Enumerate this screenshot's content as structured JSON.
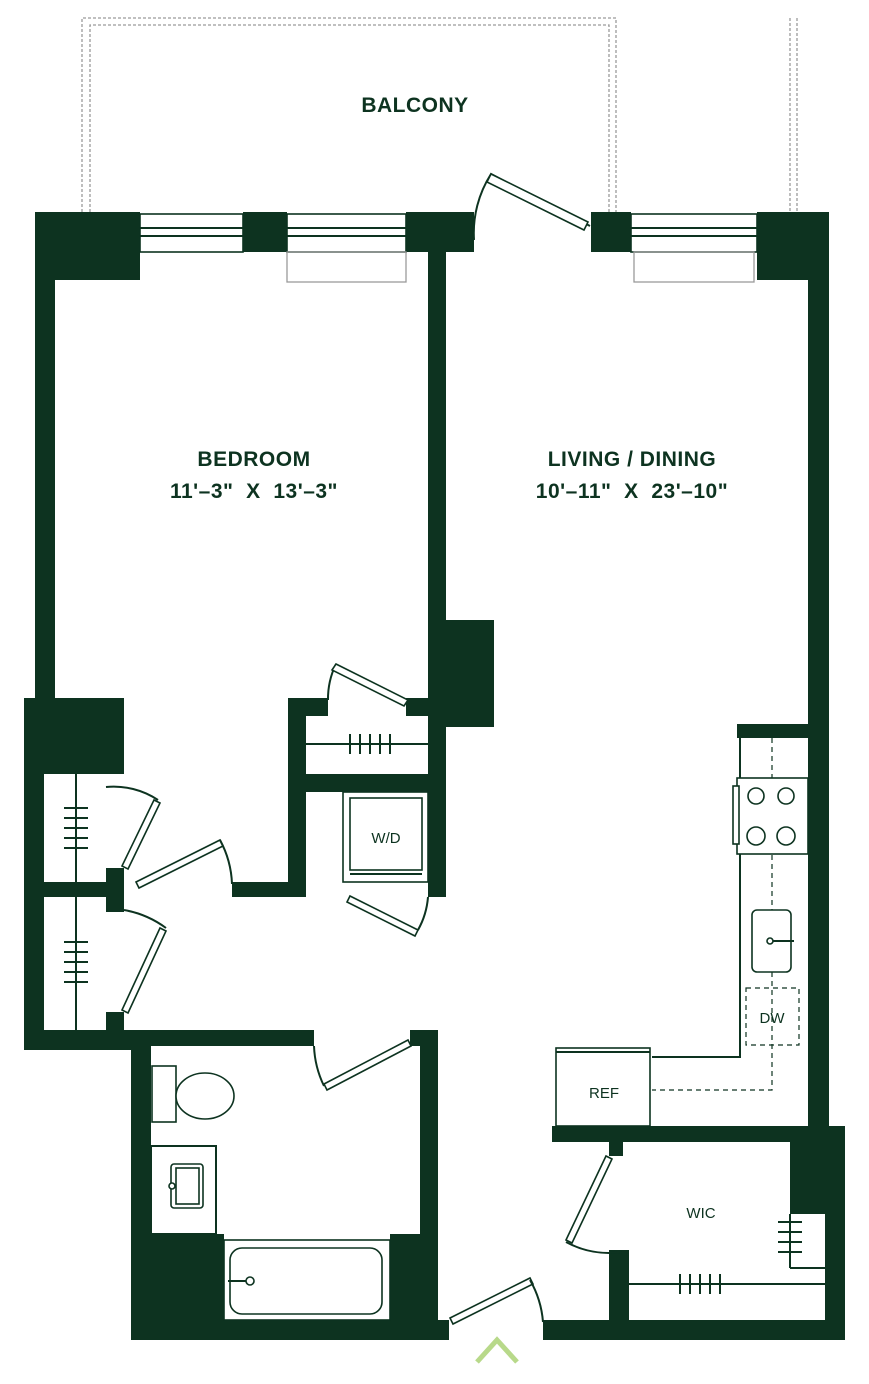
{
  "rooms": {
    "balcony": {
      "name": "BALCONY"
    },
    "bedroom": {
      "name": "BEDROOM",
      "dimensions": "11'–3\"  X  13'–3\""
    },
    "living": {
      "name": "LIVING / DINING",
      "dimensions": "10'–11\"  X  23'–10\""
    },
    "wic": {
      "name": "WIC"
    }
  },
  "fixtures": {
    "washer_dryer": "W/D",
    "dishwasher": "DW",
    "refrigerator": "REF"
  },
  "colors": {
    "wall": "#0d3320",
    "entry_arrow": "#b8d98a"
  }
}
